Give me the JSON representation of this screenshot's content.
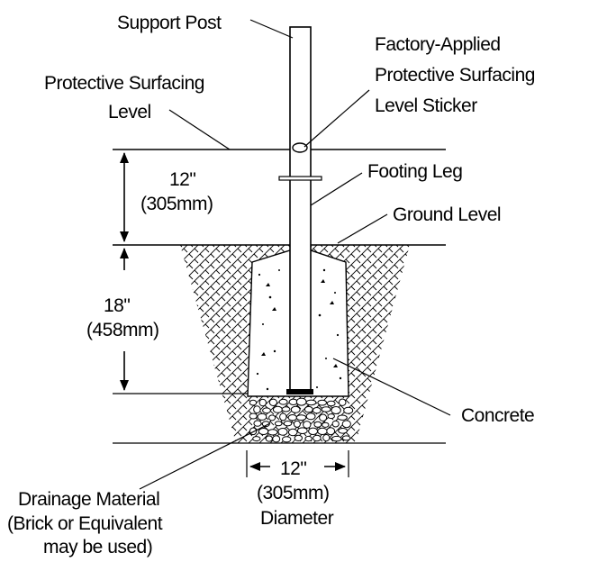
{
  "labels": {
    "support_post": "Support Post",
    "sticker_line1": "Factory-Applied",
    "sticker_line2": "Protective Surfacing",
    "sticker_line3": "Level Sticker",
    "surfacing_line1": "Protective Surfacing",
    "surfacing_line2": "Level",
    "upper_dim_value": "12\"",
    "upper_dim_metric": "(305mm)",
    "footing_leg": "Footing Leg",
    "ground_level": "Ground Level",
    "lower_dim_value": "18\"",
    "lower_dim_metric": "(458mm)",
    "concrete": "Concrete",
    "drainage_line1": "Drainage Material",
    "drainage_line2": "(Brick or Equivalent",
    "drainage_line3": "may be used)",
    "diameter_value": "12\"",
    "diameter_metric": "(305mm)",
    "diameter_word": "Diameter"
  },
  "colors": {
    "ink": "#000000",
    "background": "#ffffff"
  }
}
